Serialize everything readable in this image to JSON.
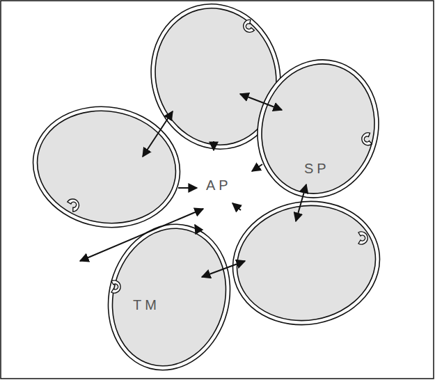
{
  "diagram": {
    "labels": [
      "AP",
      "SP",
      "TM"
    ]
  }
}
